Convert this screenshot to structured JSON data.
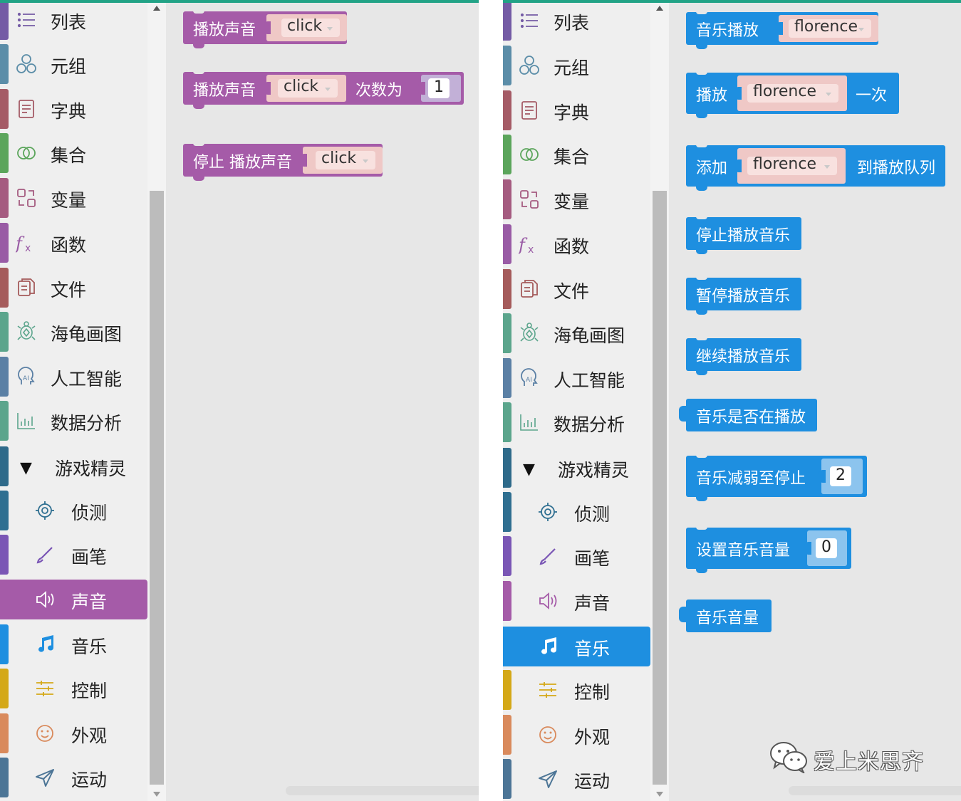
{
  "categories": [
    {
      "label": "列表",
      "icon": "list-icon"
    },
    {
      "label": "元组",
      "icon": "circles-icon"
    },
    {
      "label": "字典",
      "icon": "dictionary-icon"
    },
    {
      "label": "集合",
      "icon": "set-icon"
    },
    {
      "label": "变量",
      "icon": "variable-icon"
    },
    {
      "label": "函数",
      "icon": "function-icon"
    },
    {
      "label": "文件",
      "icon": "file-icon"
    },
    {
      "label": "海龟画图",
      "icon": "turtle-icon"
    },
    {
      "label": "人工智能",
      "icon": "ai-icon"
    },
    {
      "label": "数据分析",
      "icon": "chart-icon"
    },
    {
      "label": "游戏精灵",
      "icon": "triangle-down-icon"
    },
    {
      "label": "侦测",
      "icon": "target-icon"
    },
    {
      "label": "画笔",
      "icon": "brush-icon"
    },
    {
      "label": "声音",
      "icon": "speaker-icon"
    },
    {
      "label": "音乐",
      "icon": "music-note-icon"
    },
    {
      "label": "控制",
      "icon": "sliders-icon"
    },
    {
      "label": "外观",
      "icon": "smiley-icon"
    },
    {
      "label": "运动",
      "icon": "send-icon"
    }
  ],
  "category_colors": {
    "列表": "#745ba5",
    "元组": "#5b8da8",
    "字典": "#a55b66",
    "集合": "#5ba55b",
    "变量": "#a55b80",
    "函数": "#995ba5",
    "文件": "#a55b5b",
    "海龟画图": "#5ba58c",
    "人工智能": "#5b80a5",
    "数据分析": "#5ba58c",
    "游戏精灵": "#2e6a8a",
    "侦测": "#2f6f91",
    "画笔": "#7a56b5",
    "声音": "#a55ba8",
    "音乐": "#1e8fe0",
    "控制": "#d4a817",
    "外观": "#d98a5c",
    "运动": "#4c7596"
  },
  "left_panel": {
    "selected_category": "声音",
    "blocks": [
      {
        "label": "播放声音",
        "dropdown": "click"
      },
      {
        "label": "播放声音",
        "dropdown": "click",
        "suffix": "次数为",
        "number": "1"
      },
      {
        "label": "停止 播放声音",
        "dropdown": "click"
      }
    ]
  },
  "right_panel": {
    "selected_category": "音乐",
    "blocks": [
      {
        "label": "音乐播放",
        "dropdown": "florence"
      },
      {
        "label": "播放",
        "dropdown": "florence",
        "suffix": "一次"
      },
      {
        "label": "添加",
        "dropdown": "florence",
        "suffix": "到播放队列"
      },
      {
        "label": "停止播放音乐"
      },
      {
        "label": "暂停播放音乐"
      },
      {
        "label": "继续播放音乐"
      },
      {
        "label": "音乐是否在播放"
      },
      {
        "label": "音乐减弱至停止",
        "number": "2"
      },
      {
        "label": "设置音乐音量",
        "number": "0"
      },
      {
        "label": "音乐音量"
      }
    ]
  },
  "watermark": {
    "text": "爱上米思齐",
    "icon": "wechat-icon"
  }
}
